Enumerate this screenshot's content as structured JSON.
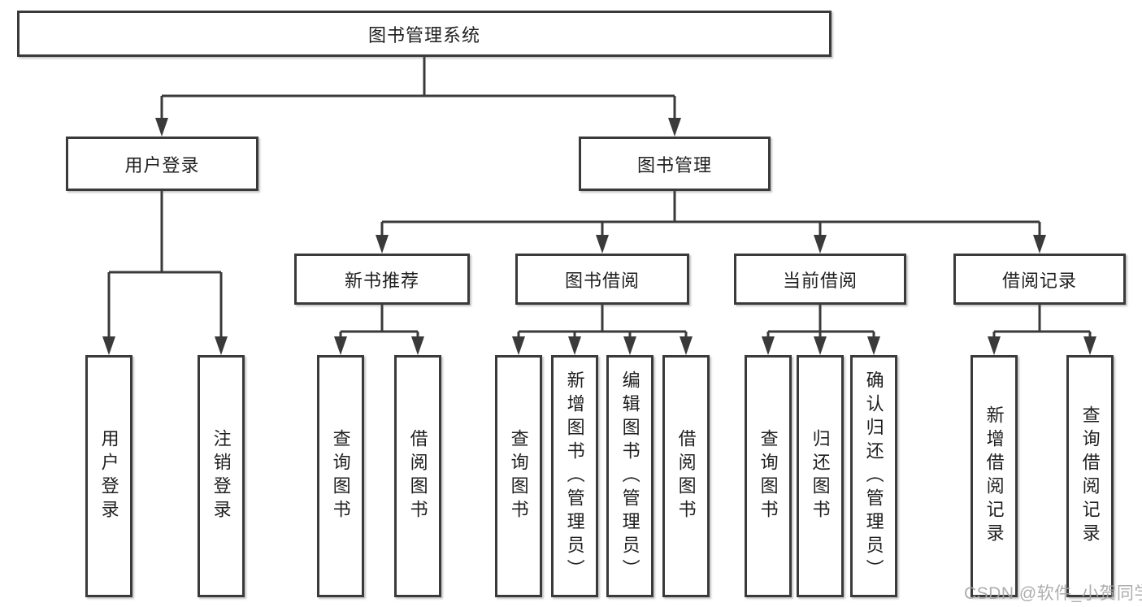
{
  "tree": {
    "label": "图书管理系统",
    "children": [
      {
        "label": "用户登录",
        "children": [
          {
            "label": "用户登录"
          },
          {
            "label": "注销登录"
          }
        ]
      },
      {
        "label": "图书管理",
        "children": [
          {
            "label": "新书推荐",
            "children": [
              {
                "label": "查询图书"
              },
              {
                "label": "借阅图书"
              }
            ]
          },
          {
            "label": "图书借阅",
            "children": [
              {
                "label": "查询图书"
              },
              {
                "label": "新增图书（管理员）"
              },
              {
                "label": "编辑图书（管理员）"
              },
              {
                "label": "借阅图书"
              }
            ]
          },
          {
            "label": "当前借阅",
            "children": [
              {
                "label": "查询图书"
              },
              {
                "label": "归还图书"
              },
              {
                "label": "确认归还（管理员）"
              }
            ]
          },
          {
            "label": "借阅记录",
            "children": [
              {
                "label": "新增借阅记录"
              },
              {
                "label": "查询借阅记录"
              }
            ]
          }
        ]
      }
    ]
  },
  "watermark": {
    "text": "CSDN @软件_小贺同学"
  },
  "colors": {
    "line": "#3a3a3a",
    "box_border": "#3a3a3a",
    "text": "#1f1f1f",
    "watermark": "#a6a6a6",
    "background": "#ffffff"
  }
}
